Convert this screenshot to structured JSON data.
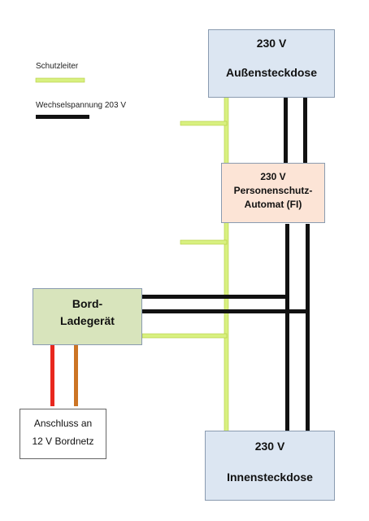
{
  "legend": {
    "protective_label": "Schutzleiter",
    "ac_label": "Wechselspannung 203 V"
  },
  "colors": {
    "protective": "#d8f080",
    "protective_edge": "#b4cc3c",
    "ac": "#111111",
    "red_wire": "#e8281e",
    "orange_wire": "#cc7424",
    "box_blue": "#dce6f2",
    "box_peach": "#fce4d6",
    "box_green": "#d8e4bc",
    "box_border": "#8a9bb0"
  },
  "outer_socket": {
    "voltage": "230 V",
    "name": "Außensteckdose"
  },
  "rcd": {
    "voltage": "230 V",
    "line1": "Personenschutz-",
    "line2": "Automat (FI)"
  },
  "charger": {
    "line1": "Bord-",
    "line2": "Ladegerät"
  },
  "connection": {
    "line1": "Anschluss an",
    "line2": "12 V Bordnetz"
  },
  "inner_socket": {
    "voltage": "230 V",
    "name": "Innensteckdose"
  }
}
